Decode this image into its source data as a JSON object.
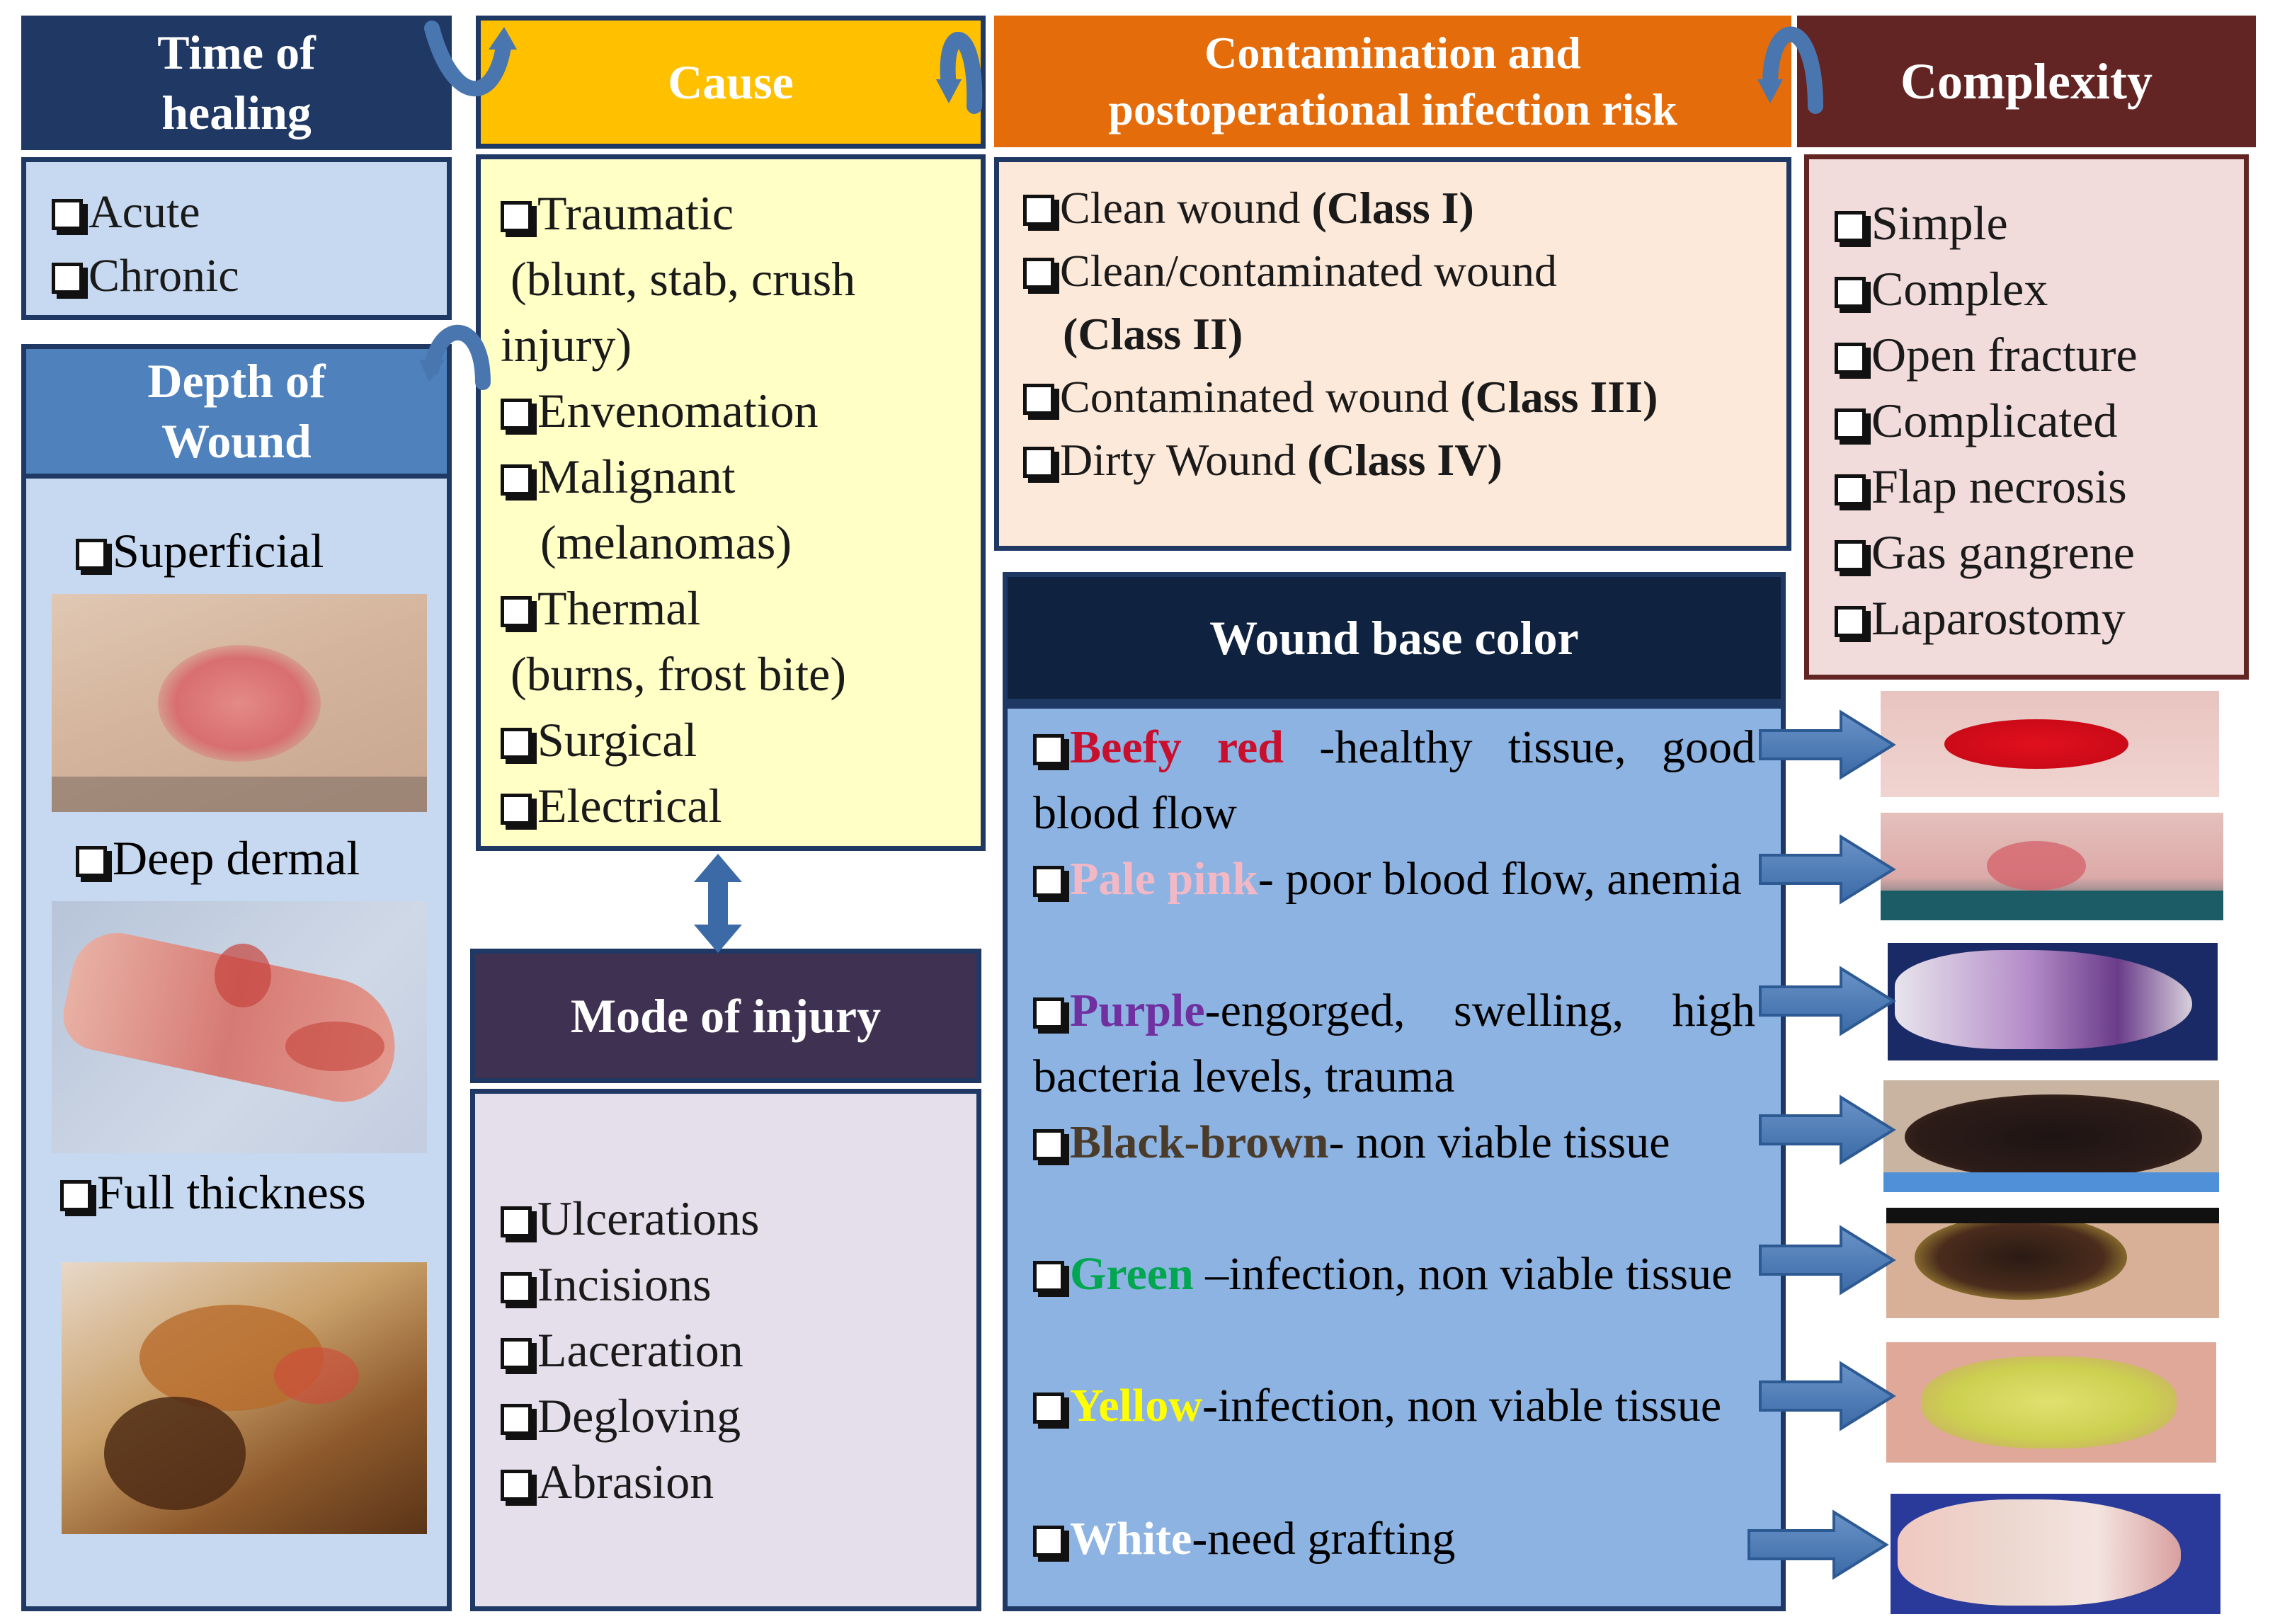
{
  "time_of_healing": {
    "title_line1": "Time of",
    "title_line2": "healing",
    "items": [
      "Acute",
      "Chronic"
    ]
  },
  "cause": {
    "title": "Cause",
    "items": [
      {
        "main": "Traumatic",
        "sub": "(blunt, stab, crush injury)"
      },
      {
        "main": "Envenomation",
        "sub": ""
      },
      {
        "main": "Malignant",
        "sub": "(melanomas)"
      },
      {
        "main": "Thermal",
        "sub": "(burns, frost bite)"
      },
      {
        "main": "Surgical",
        "sub": ""
      },
      {
        "main": "Electrical",
        "sub": ""
      }
    ]
  },
  "contamination": {
    "title_line1": "Contamination and",
    "title_line2": "postoperational infection risk",
    "items": [
      {
        "text": "Clean wound ",
        "cls": "(Class I)"
      },
      {
        "text": "Clean/contaminated wound ",
        "cls": "(Class II)"
      },
      {
        "text": "Contaminated wound ",
        "cls": "(Class III)"
      },
      {
        "text": "Dirty Wound ",
        "cls": "(Class IV)"
      }
    ]
  },
  "complexity": {
    "title": "Complexity",
    "items": [
      "Simple",
      "Complex",
      "Open fracture",
      "Complicated",
      "Flap necrosis",
      "Gas gangrene",
      "Laparostomy"
    ]
  },
  "depth": {
    "title_line1": "Depth of",
    "title_line2": "Wound",
    "items": [
      "Superficial",
      "Deep dermal",
      "Full thickness"
    ]
  },
  "mode": {
    "title": "Mode of injury",
    "items": [
      "Ulcerations",
      "Incisions",
      "Laceration",
      "Degloving",
      "Abrasion"
    ]
  },
  "wound_color": {
    "title": "Wound base color",
    "items": [
      {
        "color_name": "Beefy red",
        "desc": " -healthy tissue, good blood flow",
        "color": "#c8102e"
      },
      {
        "color_name": "Pale pink",
        "desc": "- poor blood flow, anemia",
        "color": "#f2b8c6"
      },
      {
        "color_name": "Purple",
        "desc": "-engorged, swelling, high bacteria levels, trauma",
        "color": "#7030a0"
      },
      {
        "color_name": "Black-brown",
        "desc": "- non viable tissue",
        "color": "#4a3b2a"
      },
      {
        "color_name": "Green",
        "desc": " –infection, non viable tissue",
        "color": "#00a650"
      },
      {
        "color_name": "Yellow",
        "desc": "-infection, non viable tissue",
        "color": "#ffff00"
      },
      {
        "color_name": "White",
        "desc": "-need grafting",
        "color": "#ffffff"
      }
    ]
  },
  "colors": {
    "dark_navy": "#1f3864",
    "orange_header": "#e46c0a",
    "maroon": "#632523",
    "gold": "#ffc000",
    "purple_dark": "#3f3151",
    "light_blue": "#c6d9f1",
    "mid_blue": "#8db3e2"
  }
}
